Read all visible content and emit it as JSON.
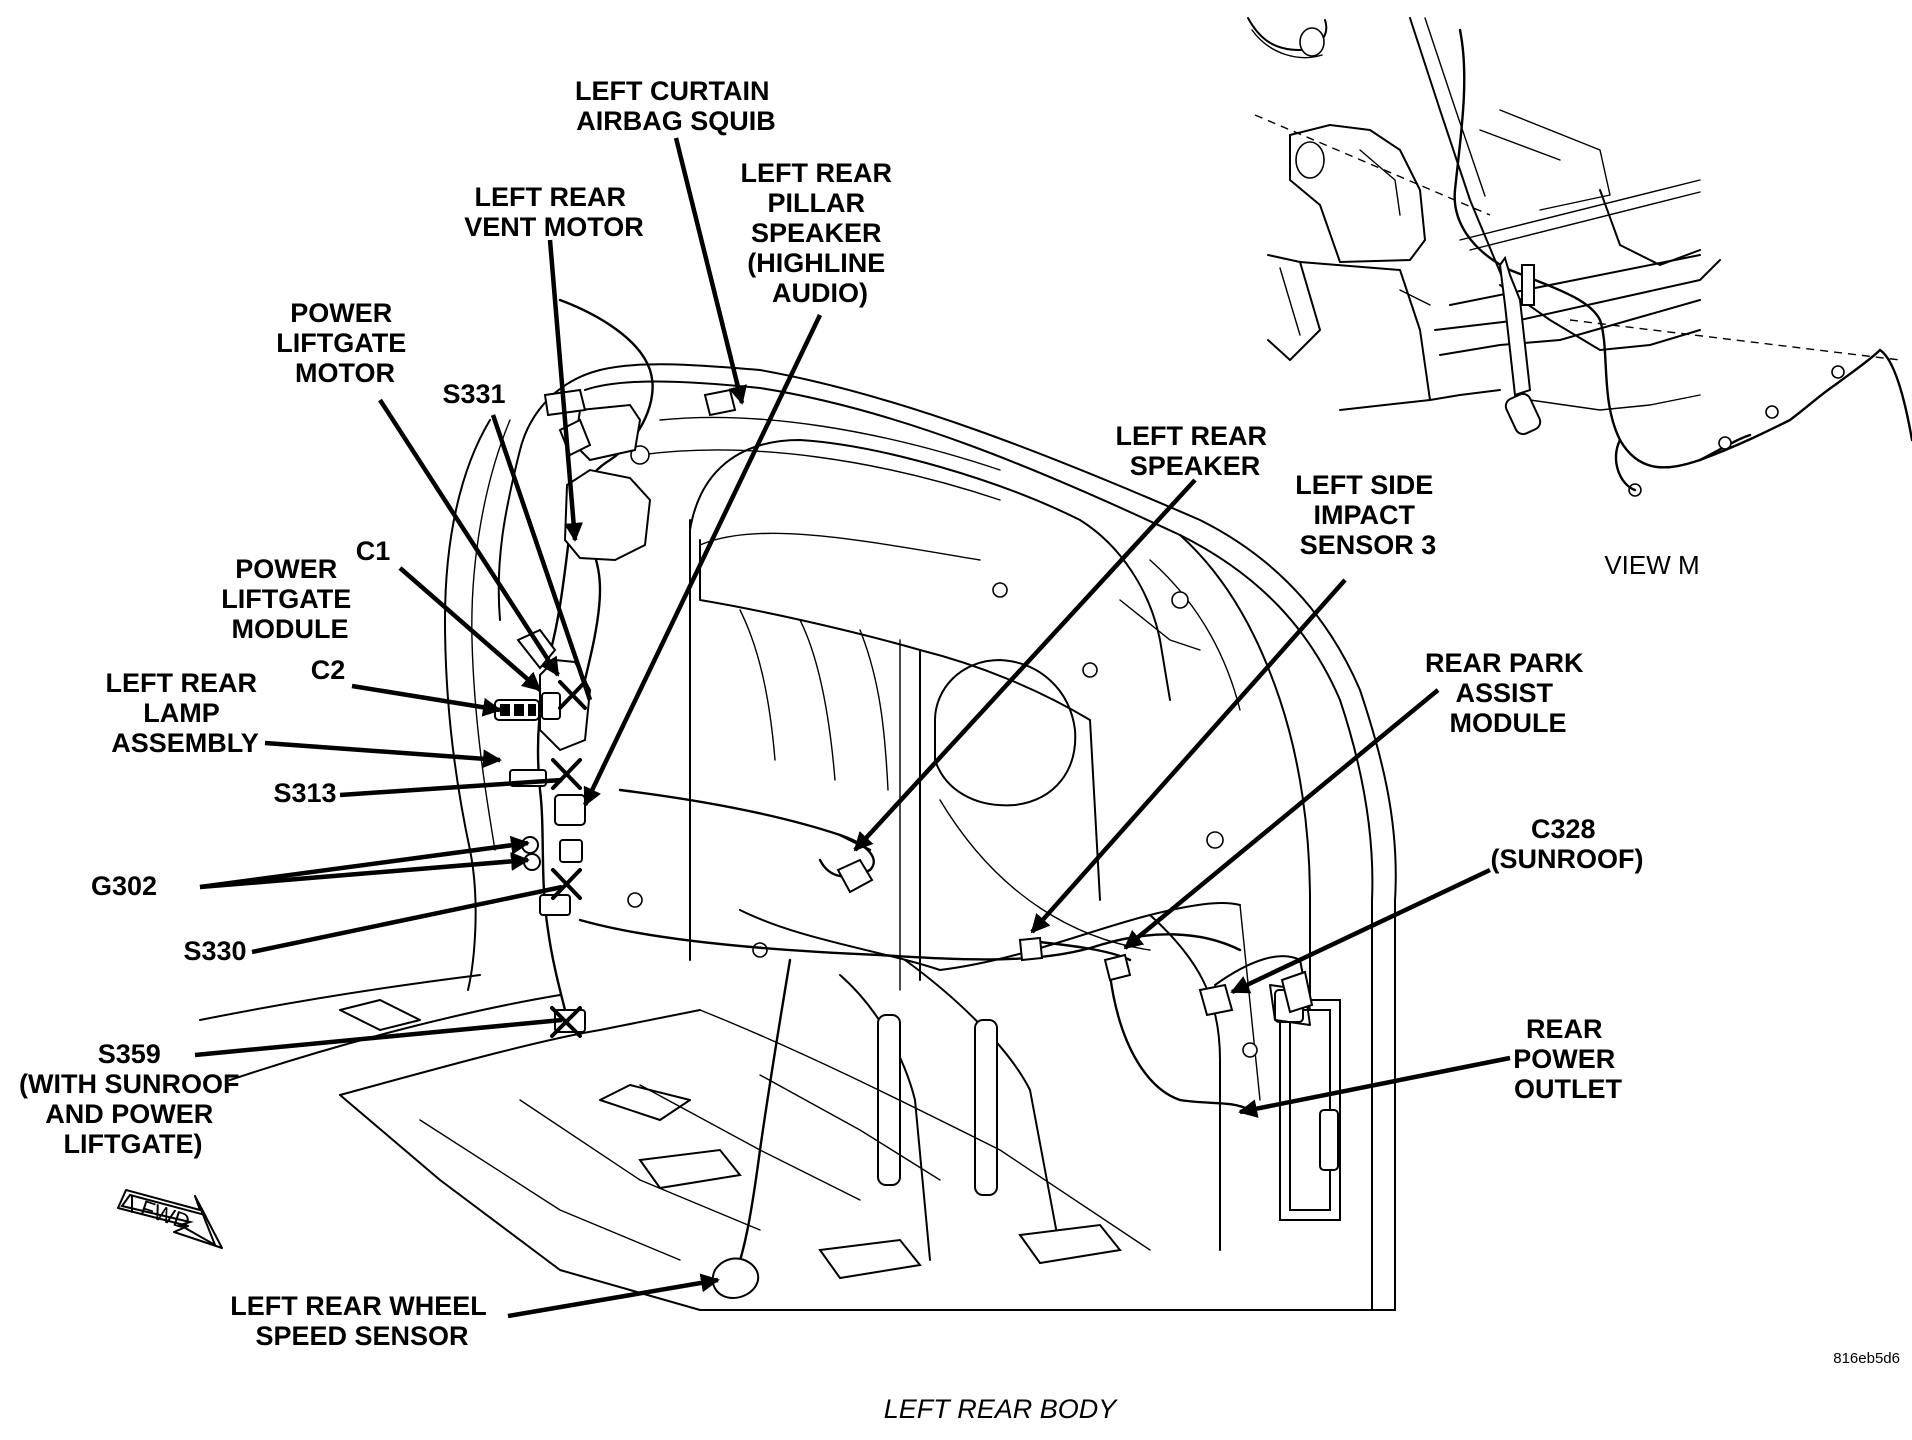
{
  "labels": {
    "left_curtain_airbag_squib": [
      "LEFT CURTAIN",
      "AIRBAG SQUIB"
    ],
    "left_rear_vent_motor": [
      "LEFT REAR",
      "VENT MOTOR"
    ],
    "left_rear_pillar_speaker": [
      "LEFT REAR",
      "PILLAR",
      "SPEAKER",
      "(HIGHLINE",
      "AUDIO)"
    ],
    "power_liftgate_motor": [
      "POWER",
      "LIFTGATE",
      "MOTOR"
    ],
    "s331": "S331",
    "c1": "C1",
    "power_liftgate_module": [
      "POWER",
      "LIFTGATE",
      "MODULE"
    ],
    "c2": "C2",
    "left_rear_lamp_assembly": [
      "LEFT REAR",
      "LAMP",
      "ASSEMBLY"
    ],
    "s313": "S313",
    "g302": "G302",
    "s330": "S330",
    "s359": [
      "S359",
      "(WITH SUNROOF",
      "AND POWER",
      "LIFTGATE)"
    ],
    "left_rear_wheel_speed_sensor": [
      "LEFT REAR WHEEL",
      "SPEED SENSOR"
    ],
    "left_rear_speaker": [
      "LEFT REAR",
      "SPEAKER"
    ],
    "left_side_impact_sensor_3": [
      "LEFT SIDE",
      "IMPACT",
      "SENSOR 3"
    ],
    "rear_park_assist_module": [
      "REAR PARK",
      "ASSIST",
      "MODULE"
    ],
    "c328_sunroof": [
      "C328",
      "(SUNROOF)"
    ],
    "rear_power_outlet": [
      "REAR",
      "POWER",
      "OUTLET"
    ]
  },
  "fwd_marker": "FWD",
  "view_label": "VIEW M",
  "caption": "LEFT REAR BODY",
  "figure_code": "816eb5d6"
}
